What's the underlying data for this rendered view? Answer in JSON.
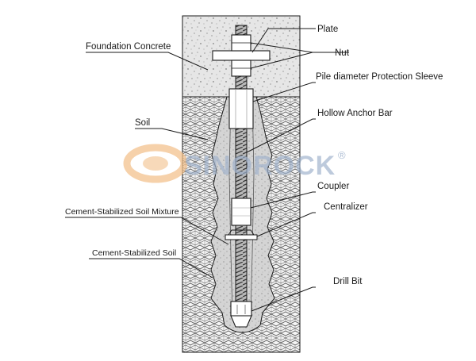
{
  "labels": {
    "plate": "Plate",
    "nut": "Nut",
    "foundation_concrete": "Foundation Concrete",
    "protection_sleeve": "Pile diameter Protection Sleeve",
    "soil": "Soil",
    "hollow_anchor_bar": "Hollow Anchor Bar",
    "coupler": "Coupler",
    "centralizer": "Centralizer",
    "cement_soil_mixture": "Cement-Stabilized Soil Mixture",
    "cement_soil": "Cement-Stabilized Soil",
    "drill_bit": "Drill Bit"
  },
  "watermark": {
    "text": "SINOROCK",
    "mark": "®",
    "color": "#9fb2cc",
    "logo_color": "#f2c08a"
  },
  "colors": {
    "line": "#1a1a1a",
    "concrete": "#e6e6e6",
    "soil_bg": "#f4f4f4",
    "grout": "#d2d2d2"
  }
}
